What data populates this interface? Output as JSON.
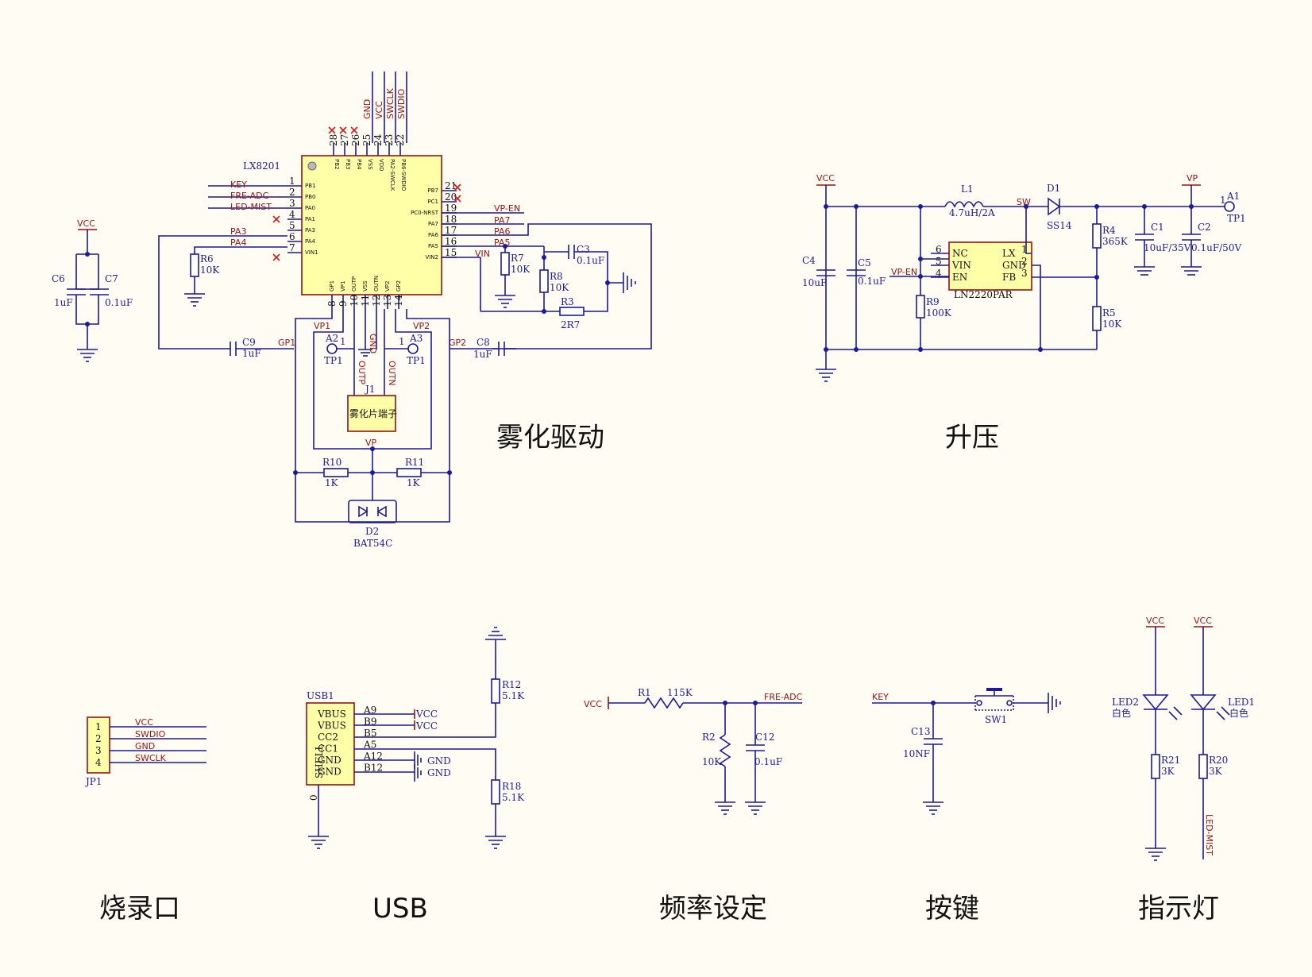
{
  "sections": {
    "atomizer": "雾化驱动",
    "boost": "升压",
    "programmer": "烧录口",
    "usb": "USB",
    "frequency": "频率设定",
    "key": "按键",
    "indicator": "指示灯"
  },
  "nets": {
    "vcc": "VCC",
    "vp": "VP",
    "gnd": "GND",
    "key": "KEY",
    "fre_adc": "FRE-ADC",
    "led_mist": "LED-MIST",
    "pa3": "PA3",
    "pa4": "PA4",
    "pa5": "PA5",
    "pa6": "PA6",
    "pa7": "PA7",
    "vp_en": "VP-EN",
    "vin": "VIN",
    "swclk": "SWCLK",
    "swdio": "SWDIO",
    "sw": "SW",
    "vp1": "VP1",
    "vp2": "VP2",
    "gp1": "GP1",
    "gp2": "GP2",
    "outp": "OUTP",
    "outn": "OUTN"
  },
  "mcu": {
    "ref": "LX8201",
    "left_pins": [
      {
        "num": "1",
        "name": "PB1"
      },
      {
        "num": "2",
        "name": "PB0"
      },
      {
        "num": "3",
        "name": "PA0"
      },
      {
        "num": "4",
        "name": "PA1"
      },
      {
        "num": "5",
        "name": "PA3"
      },
      {
        "num": "6",
        "name": "PA4"
      },
      {
        "num": "7",
        "name": "VIN1"
      }
    ],
    "right_pins": [
      {
        "num": "21",
        "name": "PB7"
      },
      {
        "num": "20",
        "name": "PC1"
      },
      {
        "num": "19",
        "name": "PC0-NRST"
      },
      {
        "num": "18",
        "name": "PA7"
      },
      {
        "num": "17",
        "name": "PA6"
      },
      {
        "num": "16",
        "name": "PA5"
      },
      {
        "num": "15",
        "name": "VIN2"
      }
    ],
    "top_pins": [
      {
        "num": "28",
        "name": "PB2"
      },
      {
        "num": "27",
        "name": "PB3"
      },
      {
        "num": "26",
        "name": "PB4"
      },
      {
        "num": "25",
        "name": "VSS"
      },
      {
        "num": "24",
        "name": "VDD"
      },
      {
        "num": "23",
        "name": "PA2-SWCLK"
      },
      {
        "num": "22",
        "name": "PB6-SWDIO"
      }
    ],
    "bottom_pins": [
      {
        "num": "8",
        "name": "GP1"
      },
      {
        "num": "9",
        "name": "VP1"
      },
      {
        "num": "10",
        "name": "OUTP"
      },
      {
        "num": "11",
        "name": "VSS"
      },
      {
        "num": "12",
        "name": "OUTN"
      },
      {
        "num": "13",
        "name": "VP2"
      },
      {
        "num": "14",
        "name": "GP2"
      }
    ]
  },
  "components": {
    "R6": {
      "ref": "R6",
      "value": "10K"
    },
    "R7": {
      "ref": "R7",
      "value": "10K"
    },
    "R8": {
      "ref": "R8",
      "value": "10K"
    },
    "R3": {
      "ref": "R3",
      "value": "2R7"
    },
    "C3": {
      "ref": "C3",
      "value": "0.1uF"
    },
    "C6": {
      "ref": "C6",
      "value": "1uF"
    },
    "C7": {
      "ref": "C7",
      "value": "0.1uF"
    },
    "C9": {
      "ref": "C9",
      "value": "1uF"
    },
    "C8": {
      "ref": "C8",
      "value": "1uF"
    },
    "A2": {
      "ref": "A2",
      "tp": "TP1",
      "pin": "1"
    },
    "A3": {
      "ref": "A3",
      "tp": "TP1",
      "pin": "1"
    },
    "J1": {
      "ref": "J1",
      "value": "雾化片端子"
    },
    "R10": {
      "ref": "R10",
      "value": "1K"
    },
    "R11": {
      "ref": "R11",
      "value": "1K"
    },
    "D2": {
      "ref": "D2",
      "value": "BAT54C"
    },
    "L1": {
      "ref": "L1",
      "value": "4.7uH/2A"
    },
    "D1": {
      "ref": "D1",
      "value": "SS14"
    },
    "A1": {
      "ref": "A1",
      "tp": "TP1",
      "pin": "1"
    },
    "R4": {
      "ref": "R4",
      "value": "365K"
    },
    "R5": {
      "ref": "R5",
      "value": "10K"
    },
    "C1": {
      "ref": "C1",
      "value": "10uF/35V"
    },
    "C2": {
      "ref": "C2",
      "value": "0.1uF/50V"
    },
    "C4": {
      "ref": "C4",
      "value": "10uF"
    },
    "C5": {
      "ref": "C5",
      "value": "0.1uF"
    },
    "R9": {
      "ref": "R9",
      "value": "100K"
    },
    "U_boost": {
      "ref": "LN2220PAR",
      "pins_left": [
        {
          "num": "6",
          "name": "NC"
        },
        {
          "num": "5",
          "name": "VIN"
        },
        {
          "num": "4",
          "name": "EN"
        }
      ],
      "pins_right": [
        {
          "num": "1",
          "name": "LX"
        },
        {
          "num": "2",
          "name": "GND"
        },
        {
          "num": "3",
          "name": "FB"
        }
      ]
    },
    "JP1": {
      "ref": "JP1",
      "pins": [
        "1",
        "2",
        "3",
        "4"
      ]
    },
    "USB1": {
      "ref": "USB1",
      "pins": [
        {
          "name": "VBUS",
          "num": "A9"
        },
        {
          "name": "VBUS",
          "num": "B9"
        },
        {
          "name": "CC2",
          "num": "B5"
        },
        {
          "name": "CC1",
          "num": "A5"
        },
        {
          "name": "GND",
          "num": "A12"
        },
        {
          "name": "GND",
          "num": "B12"
        }
      ],
      "shell": "SHELL",
      "shell_pin": "0"
    },
    "R12": {
      "ref": "R12",
      "value": "5.1K"
    },
    "R18": {
      "ref": "R18",
      "value": "5.1K"
    },
    "R1": {
      "ref": "R1",
      "value": "115K"
    },
    "R2": {
      "ref": "R2",
      "value": "10K"
    },
    "C12": {
      "ref": "C12",
      "value": "0.1uF"
    },
    "C13": {
      "ref": "C13",
      "value": "10NF"
    },
    "SW1": {
      "ref": "SW1"
    },
    "LED2": {
      "ref": "LED2",
      "value": "白色"
    },
    "LED1": {
      "ref": "LED1",
      "value": "白色"
    },
    "R21": {
      "ref": "R21",
      "value": "3K"
    },
    "R20": {
      "ref": "R20",
      "value": "3K"
    }
  }
}
